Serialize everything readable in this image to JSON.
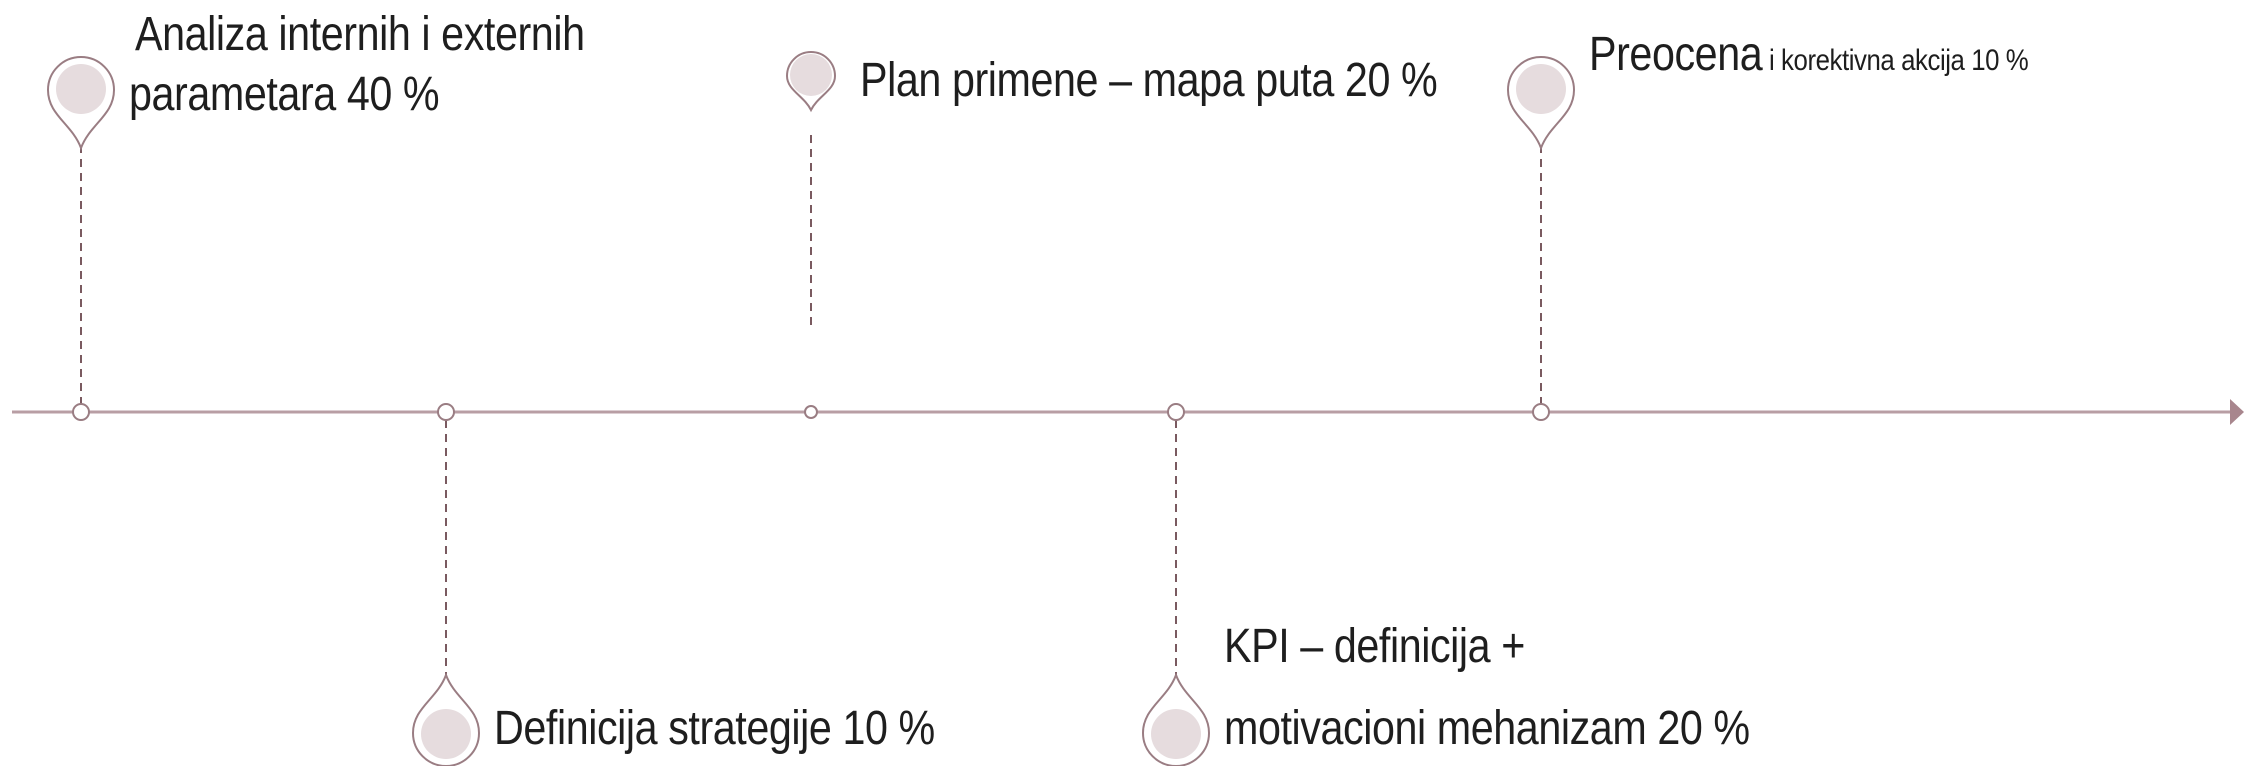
{
  "colors": {
    "line": "#b89ea4",
    "connector": "#7a5a60",
    "pin_outline": "#9a7d83",
    "pin_fill": "#e6dcde",
    "text": "#1e1e1e"
  },
  "milestones": [
    {
      "id": "analiza",
      "lines": [
        "Analiza internih i externih",
        "parametara 40 %"
      ]
    },
    {
      "id": "definicija-strategije",
      "lines": [
        "Definicija strategije 10 %"
      ]
    },
    {
      "id": "plan-primene",
      "lines": [
        "Plan primene – mapa puta  20 %"
      ]
    },
    {
      "id": "kpi",
      "lines": [
        "KPI – definicija +",
        "motivacioni mehanizam 20 %"
      ]
    },
    {
      "id": "preocena",
      "main": "Preocena",
      "suffix": " i korektivna akcija 10 %"
    }
  ],
  "icons": {
    "pin": "map-pin-icon",
    "axis_arrow": "arrow-right-icon",
    "node": "timeline-node-icon"
  }
}
